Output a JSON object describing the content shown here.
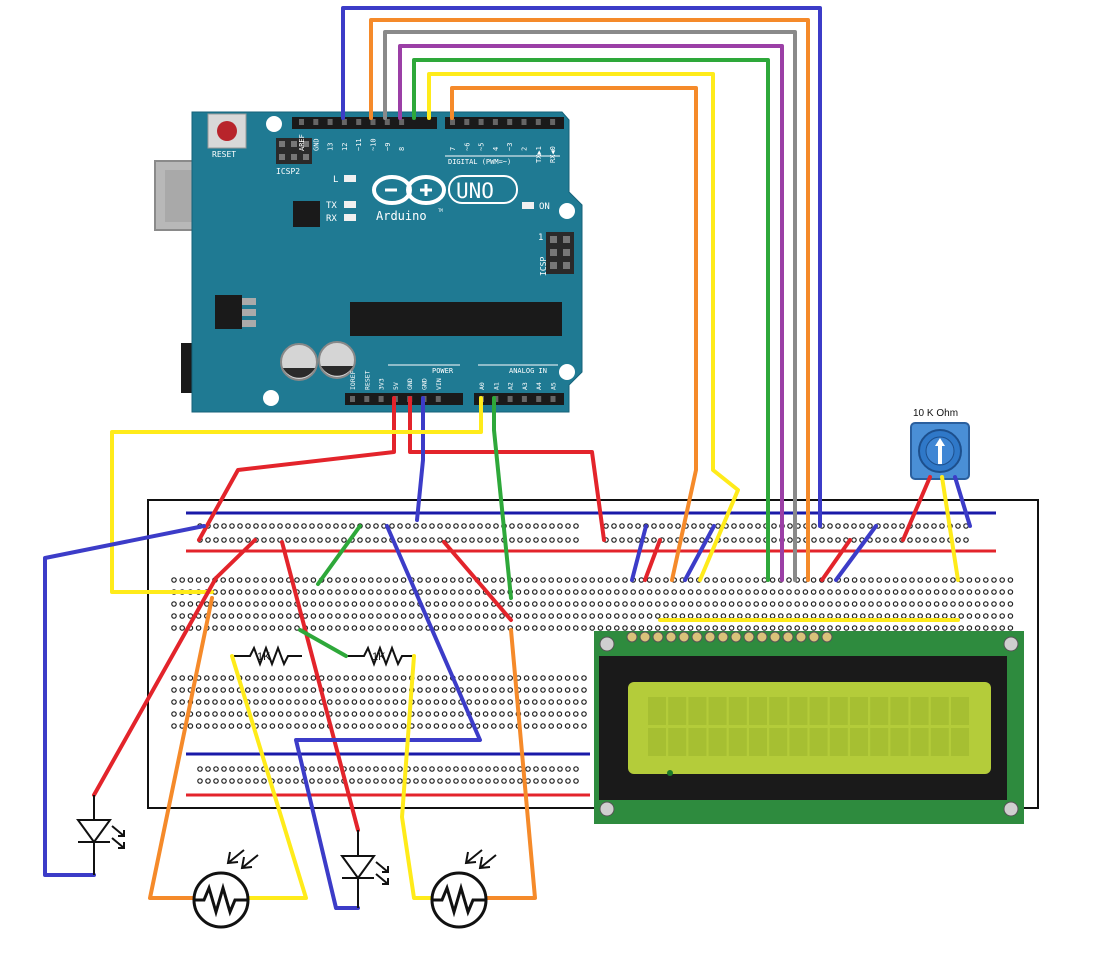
{
  "arduino": {
    "reset_label": "RESET",
    "icsp2_label": "ICSP2",
    "icsp_label": "ICSP",
    "brand": "Arduino",
    "model": "UNO",
    "tm": "TM",
    "digital_header_label": "DIGITAL (PWM=~)",
    "power_header_label": "POWER",
    "analog_header_label": "ANALOG IN",
    "led_l": "L",
    "led_tx": "TX",
    "led_rx": "RX",
    "led_on": "ON",
    "icsp_pin1": "1",
    "digital_pins": [
      "AREF",
      "GND",
      "13",
      "12",
      "~11",
      "~10",
      "~9",
      "8",
      "7",
      "~6",
      "~5",
      "4",
      "~3",
      "2",
      "TX▶1",
      "RX◀0"
    ],
    "power_pins": [
      "IOREF",
      "RESET",
      "3V3",
      "5V",
      "GND",
      "GND",
      "VIN"
    ],
    "analog_pins": [
      "A0",
      "A1",
      "A2",
      "A3",
      "A4",
      "A5"
    ]
  },
  "resistors": [
    {
      "label": "1K"
    },
    {
      "label": "1K"
    }
  ],
  "potentiometer": {
    "label": "10 K Ohm"
  },
  "colors": {
    "board": "#1f7a93",
    "breadboard": "#ffffff",
    "lcd_pcb": "#2e8b3e",
    "lcd_screen": "#b4cc3a",
    "wire_red": "#e3242b",
    "wire_blue": "#3c3cc8",
    "wire_yellow": "#ffeb1a",
    "wire_orange": "#f58a2a",
    "wire_green": "#2ea83a",
    "wire_purple": "#9b3fa6",
    "wire_gray": "#8a8a8a"
  }
}
